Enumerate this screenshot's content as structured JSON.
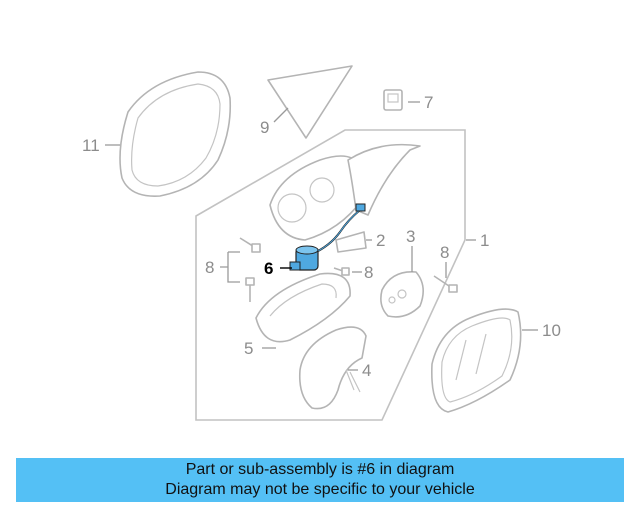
{
  "diagram": {
    "callouts": {
      "c1": "1",
      "c2": "2",
      "c3": "3",
      "c4": "4",
      "c5": "5",
      "c6": "6",
      "c7": "7",
      "c8a": "8",
      "c8b": "8",
      "c8c": "8",
      "c9": "9",
      "c10": "10",
      "c11": "11"
    },
    "highlight_part": "6",
    "highlight_color": "#4fa8e0"
  },
  "banner": {
    "line1": "Part or sub-assembly is #6 in diagram",
    "line2": "Diagram may not be specific to your vehicle",
    "background": "#54c0f5"
  }
}
